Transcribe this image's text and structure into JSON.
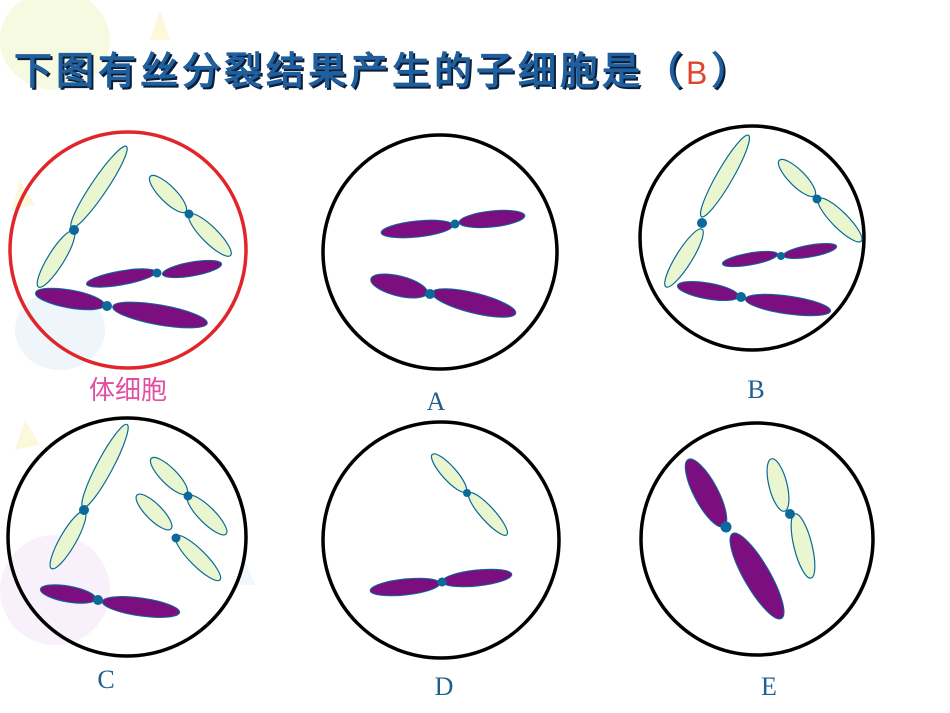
{
  "question": {
    "text_before": "下图有丝分裂结果产生的子细胞是（",
    "answer": "B",
    "text_after": "）"
  },
  "labels": {
    "somatic": "体细胞",
    "a": "A",
    "b": "B",
    "c": "C",
    "d": "D",
    "e": "E"
  },
  "colors": {
    "title": "#1f5f9e",
    "answer": "#e0442a",
    "somatic_label": "#e04fa0",
    "option_label": "#1f5f8e",
    "highlight_ring": "#e0262a",
    "cell_ring": "#000000",
    "chromosome_light": "#eaf6cf",
    "chromosome_dark": "#7b0f7f",
    "centromere": "#0b6a9a"
  }
}
